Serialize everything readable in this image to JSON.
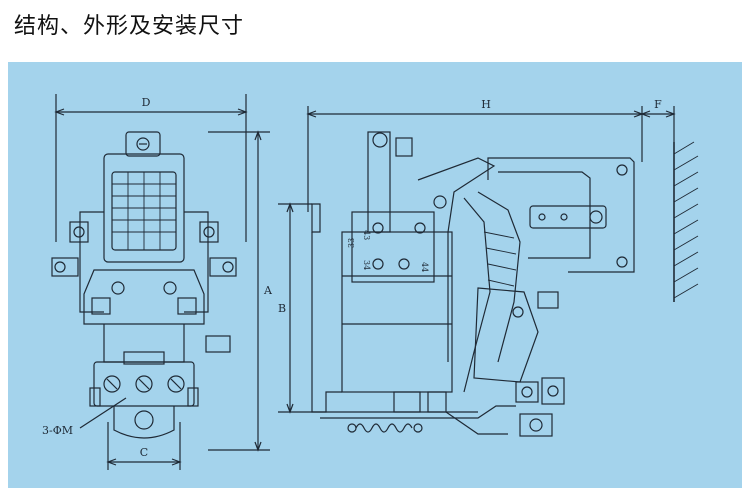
{
  "page": {
    "title": "结构、外形及安装尺寸"
  },
  "diagram": {
    "background": "#a4d3ec",
    "line_color": "#1f2a36",
    "labels": {
      "D": "D",
      "A": "A",
      "C": "C",
      "M": "3-ΦM",
      "H": "H",
      "F": "F",
      "B": "B"
    },
    "terminals": {
      "t43": "43",
      "t33": "33",
      "t34": "34",
      "t44": "44"
    }
  }
}
